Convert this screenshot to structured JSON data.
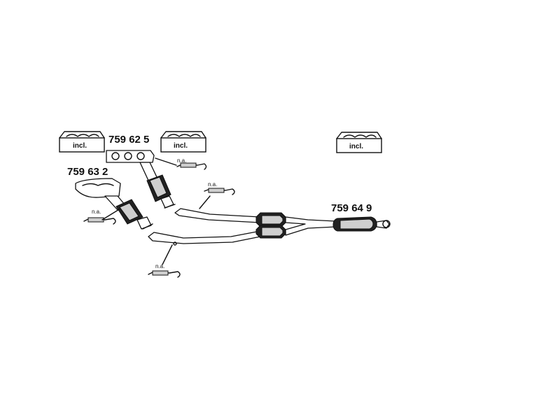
{
  "parts": {
    "manifold_front": "759 62 5",
    "manifold_rear": "759 63 2",
    "rear_system": "759 64 9"
  },
  "kits": {
    "kit_1": "incl.",
    "kit_2": "incl.",
    "kit_3": "incl."
  },
  "sensors": {
    "sensor_1": "n.a.",
    "sensor_2": "n.a.",
    "sensor_3": "n.a.",
    "sensor_4": "n.a."
  },
  "colors": {
    "line": "#111111",
    "background": "#ffffff"
  }
}
